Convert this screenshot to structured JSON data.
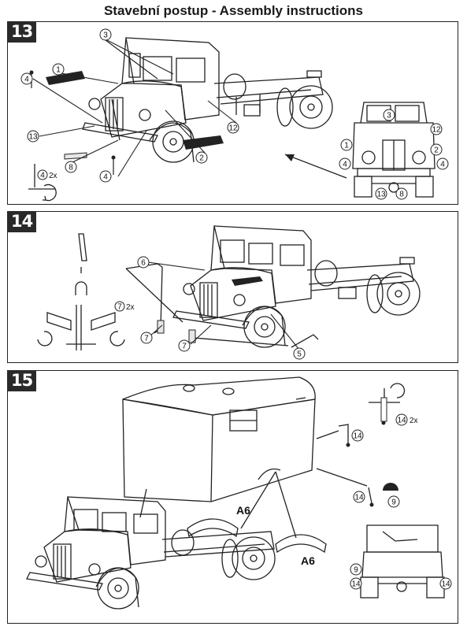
{
  "title": "Stavební postup - Assembly instructions",
  "steps": [
    {
      "number": "13",
      "callouts": [
        "1",
        "2",
        "3",
        "4",
        "8",
        "12",
        "13"
      ],
      "qty_label": "2x",
      "qty_part": "4"
    },
    {
      "number": "14",
      "callouts": [
        "5",
        "6",
        "7"
      ],
      "qty_label": "2x",
      "qty_part": "7"
    },
    {
      "number": "15",
      "callouts": [
        "9",
        "14"
      ],
      "qty_label": "2x",
      "qty_part": "14",
      "part_label": "A6"
    }
  ],
  "icons": [
    "truck-cab-drawing",
    "truck-front-view-drawing",
    "van-body-drawing",
    "glue-tube-icon",
    "rotate-arrow-icon",
    "bend-arrow-icon"
  ]
}
